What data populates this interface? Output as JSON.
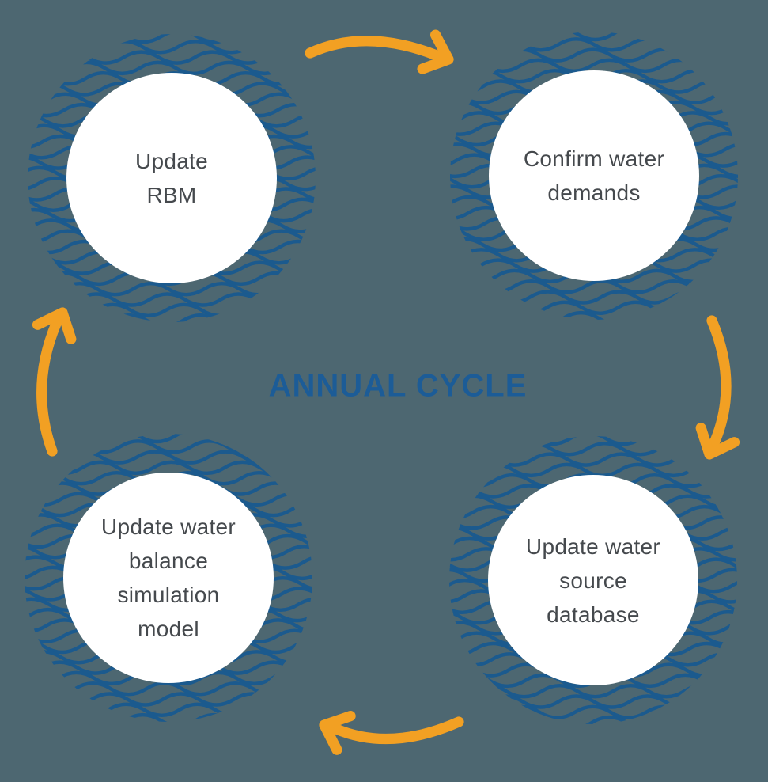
{
  "title": "ANNUAL CYCLE",
  "colors": {
    "background": "#4d6771",
    "wave_blue": "#1b5a8e",
    "arrow_orange": "#f2a023",
    "title_blue": "#1c5c97",
    "node_circle_fill": "#ffffff",
    "node_text": "#45494d"
  },
  "nodes": [
    {
      "id": "update-rbm",
      "position": "top-left",
      "label": "Update\nRBM"
    },
    {
      "id": "confirm-water-demands",
      "position": "top-right",
      "label": "Confirm water\ndemands"
    },
    {
      "id": "update-water-source-database",
      "position": "bottom-right",
      "label": "Update water\nsource\ndatabase"
    },
    {
      "id": "update-water-balance-simulation-model",
      "position": "bottom-left",
      "label": "Update water\nbalance\nsimulation\nmodel"
    }
  ],
  "arrows": [
    {
      "position": "top",
      "from": "update-rbm",
      "to": "confirm-water-demands"
    },
    {
      "position": "right",
      "from": "confirm-water-demands",
      "to": "update-water-source-database"
    },
    {
      "position": "bottom",
      "from": "update-water-source-database",
      "to": "update-water-balance-simulation-model"
    },
    {
      "position": "left",
      "from": "update-water-balance-simulation-model",
      "to": "update-rbm"
    }
  ]
}
